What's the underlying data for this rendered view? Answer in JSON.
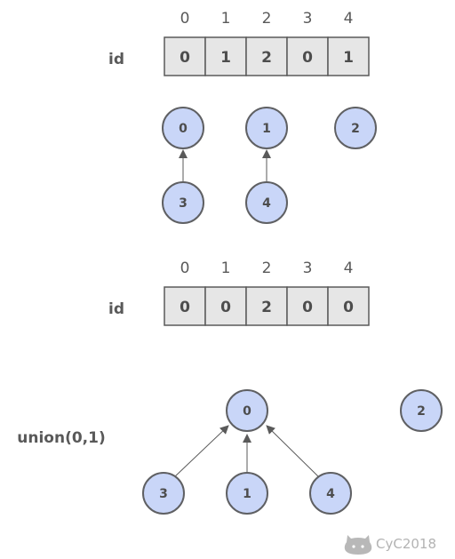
{
  "top": {
    "indices": [
      "0",
      "1",
      "2",
      "3",
      "4"
    ],
    "label": "id",
    "cells": [
      "0",
      "1",
      "2",
      "0",
      "1"
    ],
    "nodes": [
      "0",
      "1",
      "2",
      "3",
      "4"
    ]
  },
  "bottom": {
    "indices": [
      "0",
      "1",
      "2",
      "3",
      "4"
    ],
    "label": "id",
    "cells": [
      "0",
      "0",
      "2",
      "0",
      "0"
    ],
    "nodes": [
      "0",
      "2",
      "3",
      "1",
      "4"
    ],
    "operation": "union(0,1)"
  },
  "watermark": "CyC2018",
  "colors": {
    "node_fill": "#c9d6f8",
    "cell_fill": "#e6e6e6",
    "stroke": "#5a5a5a"
  }
}
